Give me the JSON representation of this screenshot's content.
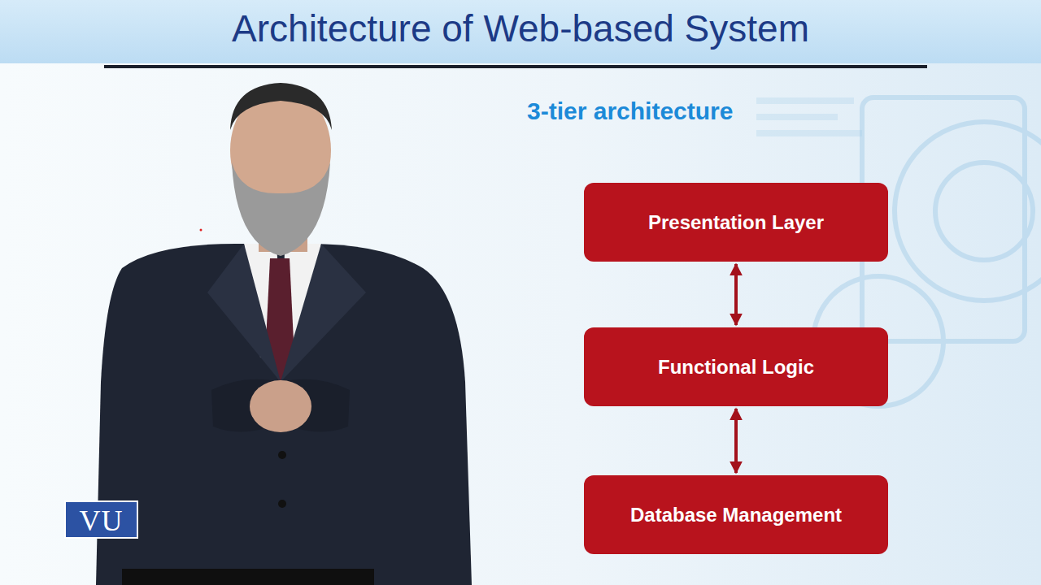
{
  "diagram": {
    "title": "Architecture of Web-based System",
    "nodes": [
      {
        "text": [
          "Presentation Layer"
        ]
      },
      {
        "text": [
          "Functional Logic"
        ]
      },
      {
        "text": [
          "Database Management"
        ]
      }
    ],
    "edges": [
      {
        "from": 0,
        "to": 1,
        "arrow": "both"
      },
      {
        "from": 1,
        "to": 2,
        "arrow": "both"
      }
    ],
    "labels": [
      "3-tier architecture",
      "VU"
    ]
  }
}
